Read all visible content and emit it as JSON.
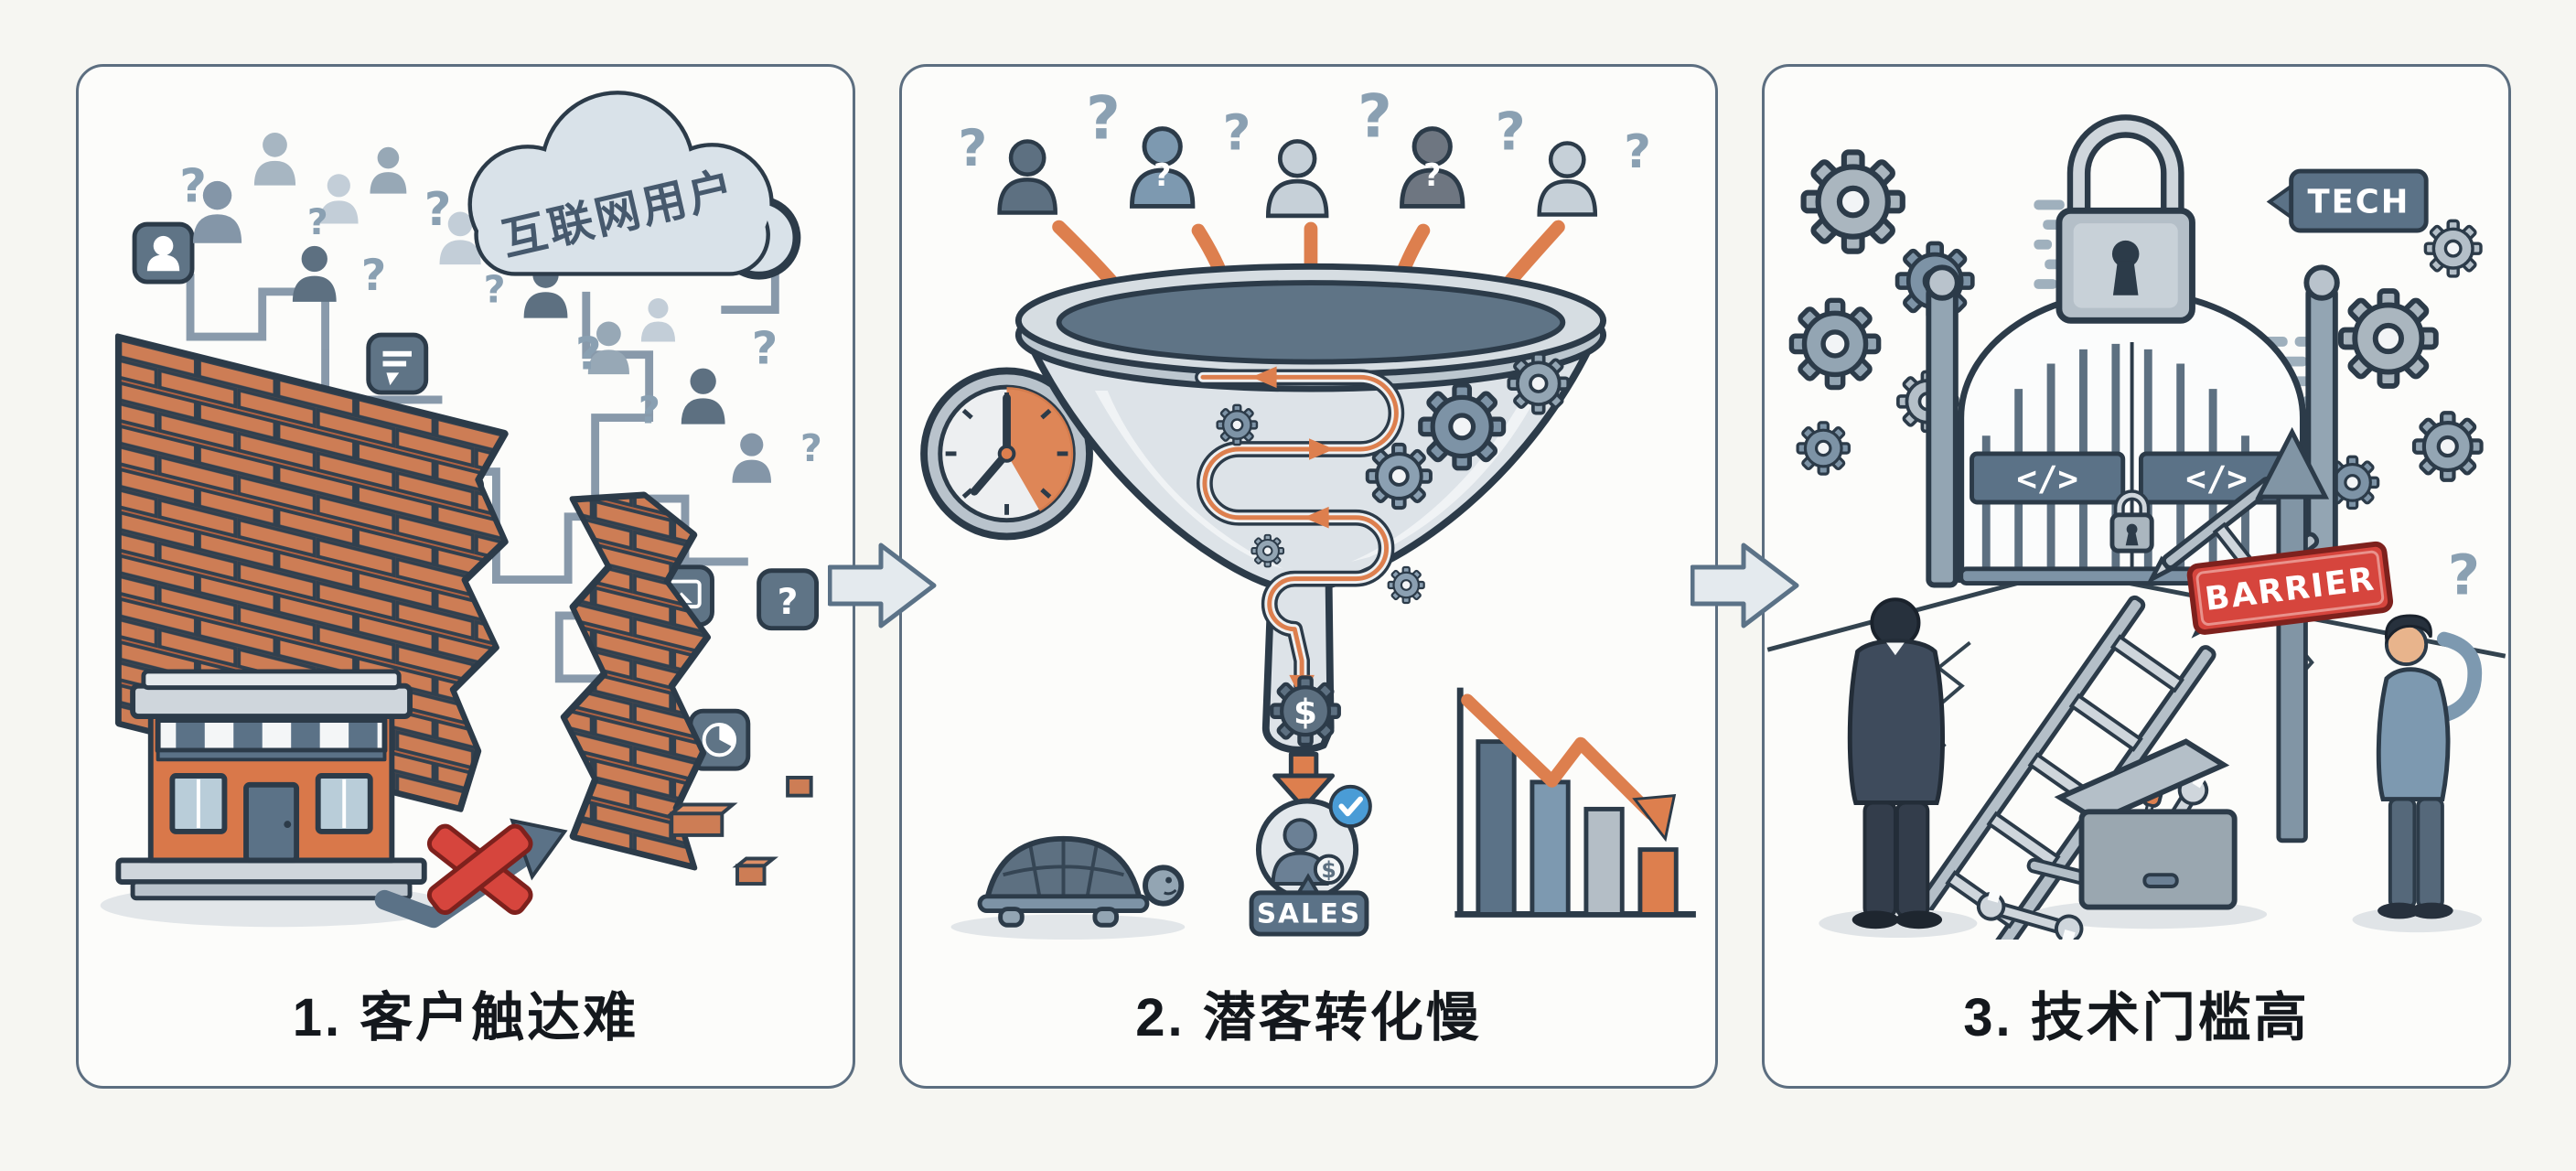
{
  "meta": {
    "type": "three-panel infographic illustration",
    "background": "#f6f6f2",
    "panel_border_color": "#5c6e80"
  },
  "glyphs": {
    "question": "?",
    "dollar": "$"
  },
  "colors": {
    "orange": "#dd7f4e",
    "brick": "#cd7d55",
    "red": "#d6453d",
    "blue_check": "#4a9cd6",
    "slate_dark": "#2c3b49",
    "slate": "#5b7287",
    "slate_light": "#aab6bf"
  },
  "flow_arrows": [
    {
      "name": "arrow-panel1-to-panel2",
      "direction": "right"
    },
    {
      "name": "arrow-panel2-to-panel3",
      "direction": "right"
    }
  ],
  "panels": [
    {
      "id": 1,
      "caption": "1. 客户触达难",
      "cloud_label": "互联网用户",
      "icons": [
        "internet-users-cloud",
        "user-silhouettes",
        "question-marks",
        "maze-circuit",
        "user-card-icon",
        "chat-bubble-icon",
        "globe-icon",
        "photo-bubble-icon",
        "question-square-icon",
        "pie-chart-icon",
        "broken-brick-wall",
        "small-shop",
        "blocked-arrow-red-x",
        "scattered-bricks"
      ]
    },
    {
      "id": 2,
      "caption": "2. 潜客转化慢",
      "sales_label": "SALES",
      "icons": [
        "prospect-users-row",
        "question-marks",
        "orange-inflow-arrows",
        "conversion-funnel",
        "winding-path",
        "gears",
        "clock",
        "dollar-gear",
        "down-arrow",
        "verified-customer-avatar",
        "blue-check-badge",
        "sales-tag",
        "turtle",
        "declining-bar-chart"
      ],
      "decline_chart": {
        "type": "bar",
        "values_relative": [
          100,
          76,
          61,
          38
        ],
        "trend": "down"
      }
    },
    {
      "id": 3,
      "caption": "3. 技术门槛高",
      "tech_label": "TECH",
      "barrier_label": "BARRIER",
      "code_symbol": "</>",
      "icons": [
        "big-padlock",
        "tech-tag",
        "locked-gate",
        "gate-padlock",
        "gears-left",
        "gears-right",
        "code-lines",
        "cracked-ground",
        "broken-ladder",
        "toolbox",
        "wrench",
        "barrier-up-arrow",
        "barrier-sign",
        "businessman-back-view",
        "confused-man-scratching-head",
        "question-mark"
      ]
    }
  ]
}
